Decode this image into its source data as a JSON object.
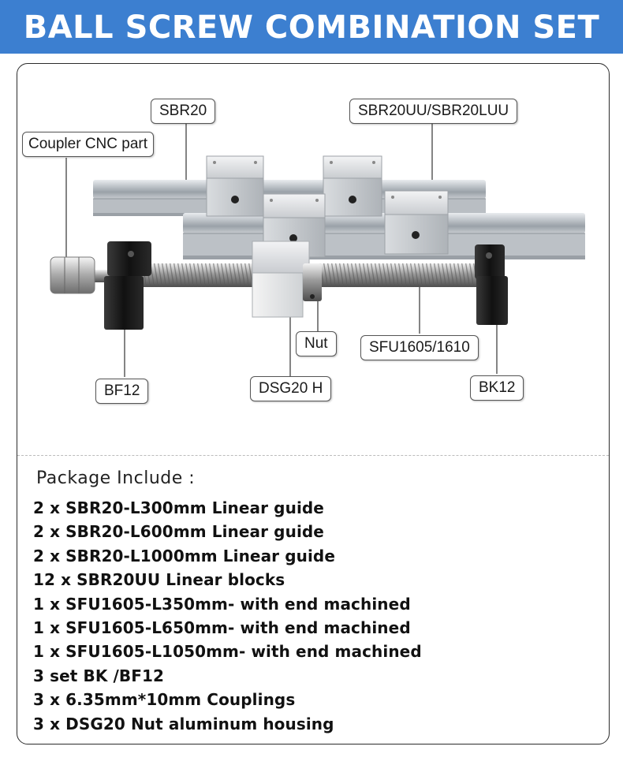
{
  "header": {
    "title": "BALL SCREW COMBINATION SET"
  },
  "diagram": {
    "labels": {
      "sbr20": "SBR20",
      "sbr20uu": "SBR20UU/SBR20LUU",
      "coupler": "Coupler CNC part",
      "nut": "Nut",
      "sfu": "SFU1605/1610",
      "bf12": "BF12",
      "dsg": "DSG20 H",
      "bk12": "BK12"
    }
  },
  "package": {
    "title": "Package Include :",
    "items": [
      "2 x SBR20-L300mm Linear guide",
      "2 x SBR20-L600mm Linear guide",
      "2 x SBR20-L1000mm Linear guide",
      "12 x SBR20UU Linear blocks",
      "1 x SFU1605-L350mm- with end machined",
      "1 x SFU1605-L650mm- with end machined",
      "1 x SFU1605-L1050mm- with end machined",
      "3 set BK /BF12",
      "3 x 6.35mm*10mm Couplings",
      "3 x DSG20 Nut aluminum housing"
    ]
  }
}
